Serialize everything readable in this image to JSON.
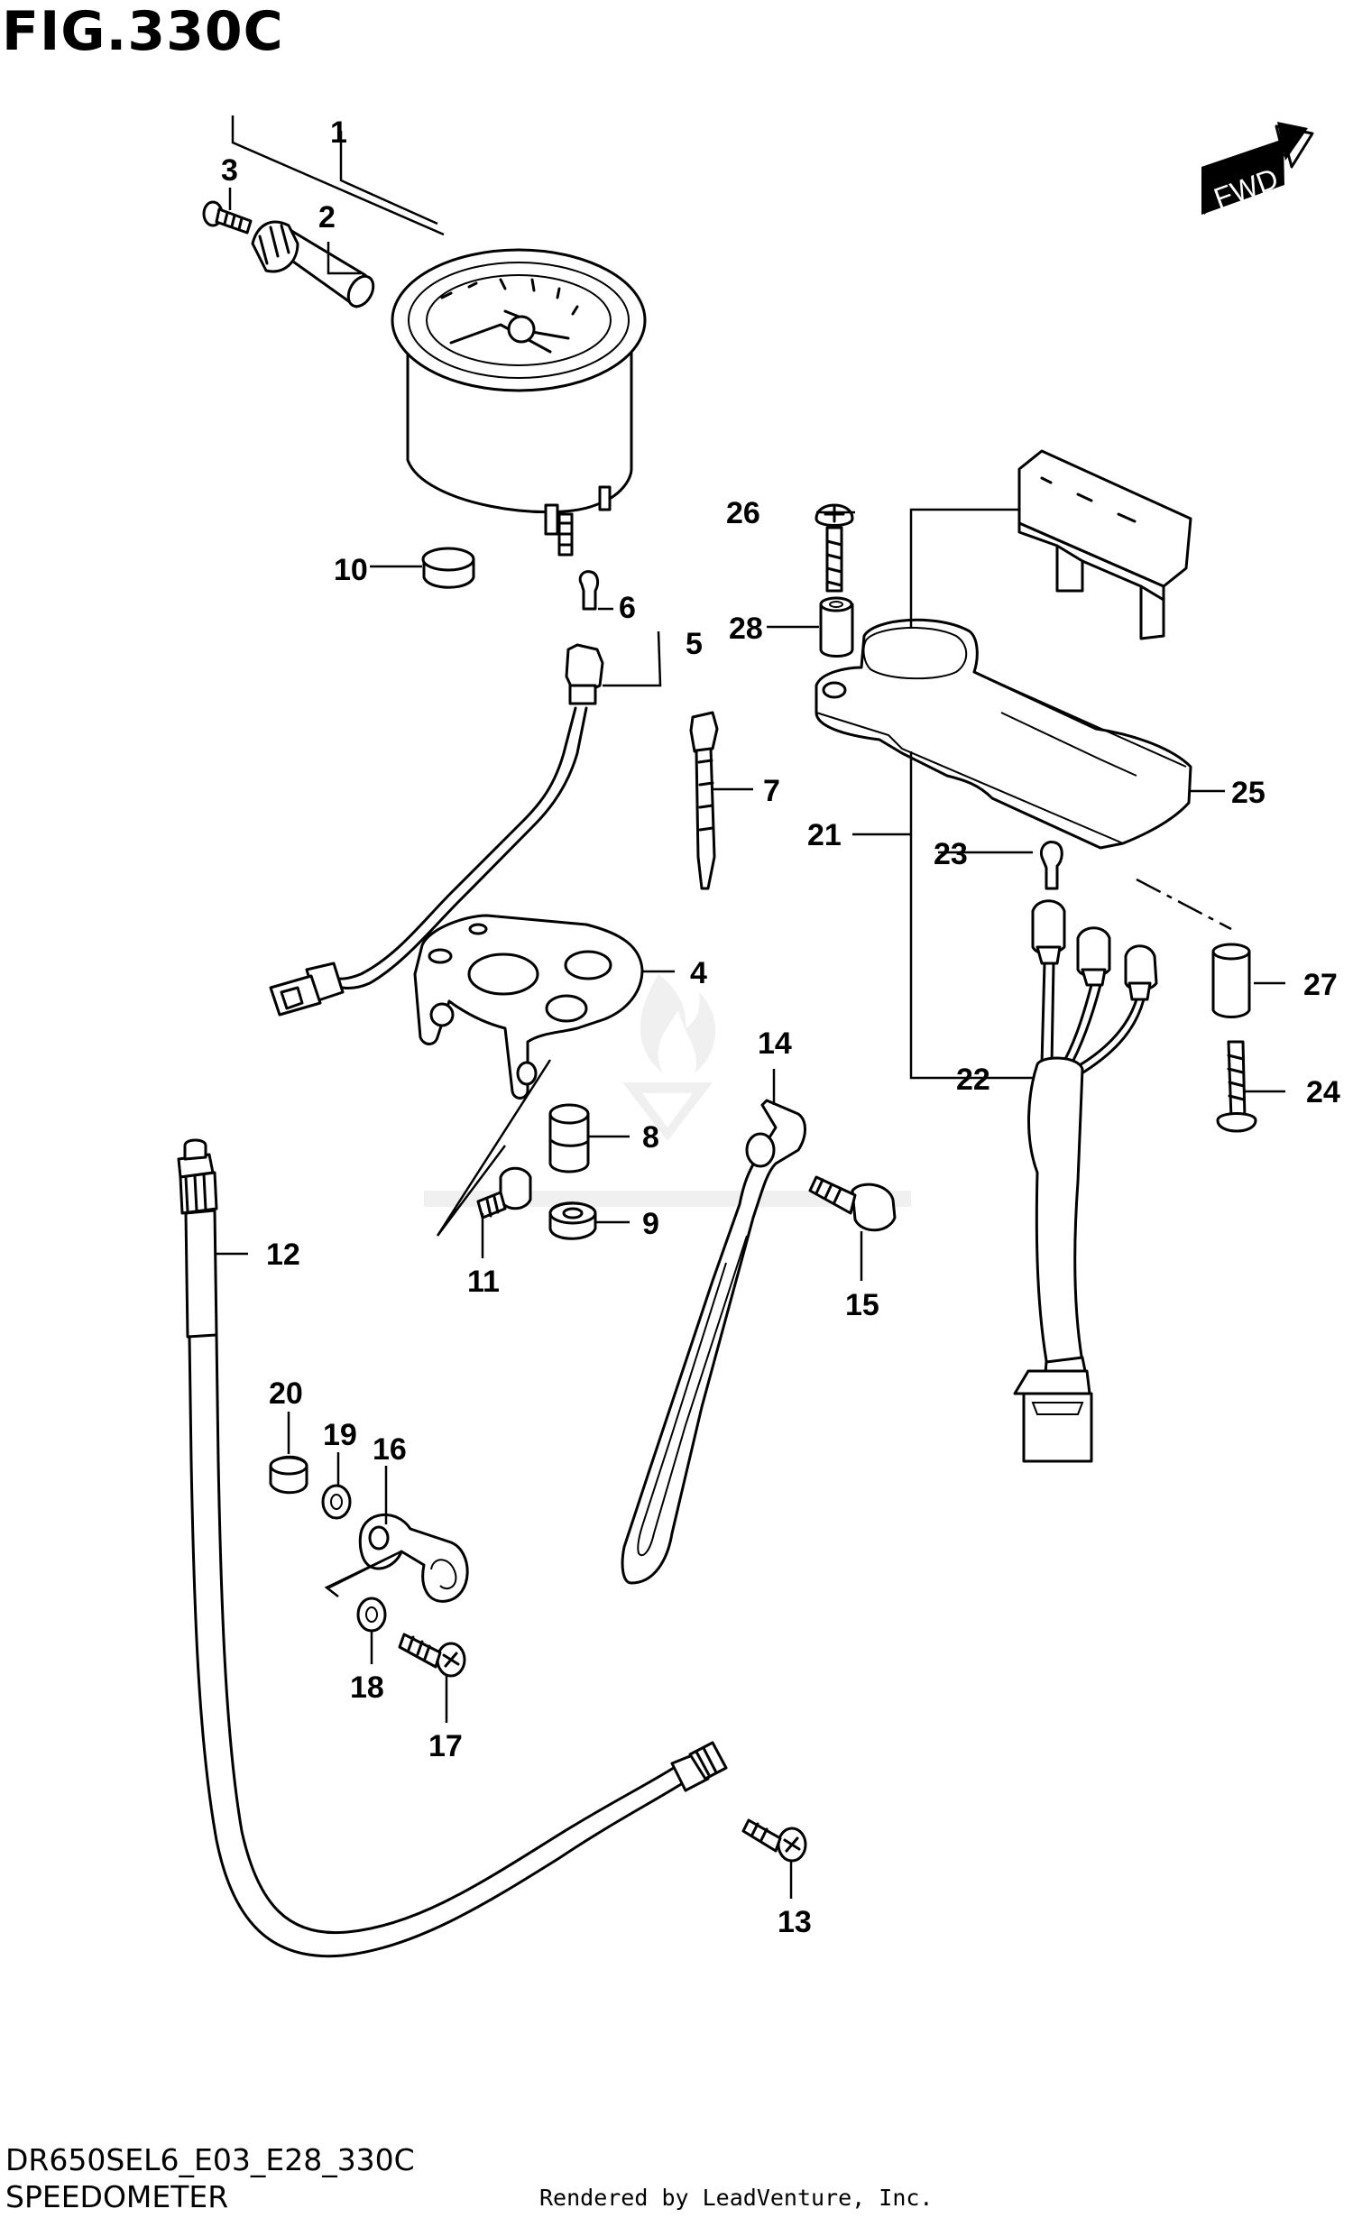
{
  "header": {
    "figure_title": "FIG.330C"
  },
  "footer": {
    "diagram_code": "DR650SEL6_E03_E28_330C",
    "section_name": "SPEEDOMETER",
    "credit": "Rendered by LeadVenture, Inc."
  },
  "direction_badge": {
    "text": "FWD"
  },
  "callouts": [
    "1",
    "2",
    "3",
    "4",
    "5",
    "6",
    "7",
    "8",
    "9",
    "10",
    "11",
    "12",
    "13",
    "14",
    "15",
    "16",
    "17",
    "18",
    "19",
    "20",
    "21",
    "22",
    "23",
    "24",
    "25",
    "26",
    "27",
    "28"
  ]
}
